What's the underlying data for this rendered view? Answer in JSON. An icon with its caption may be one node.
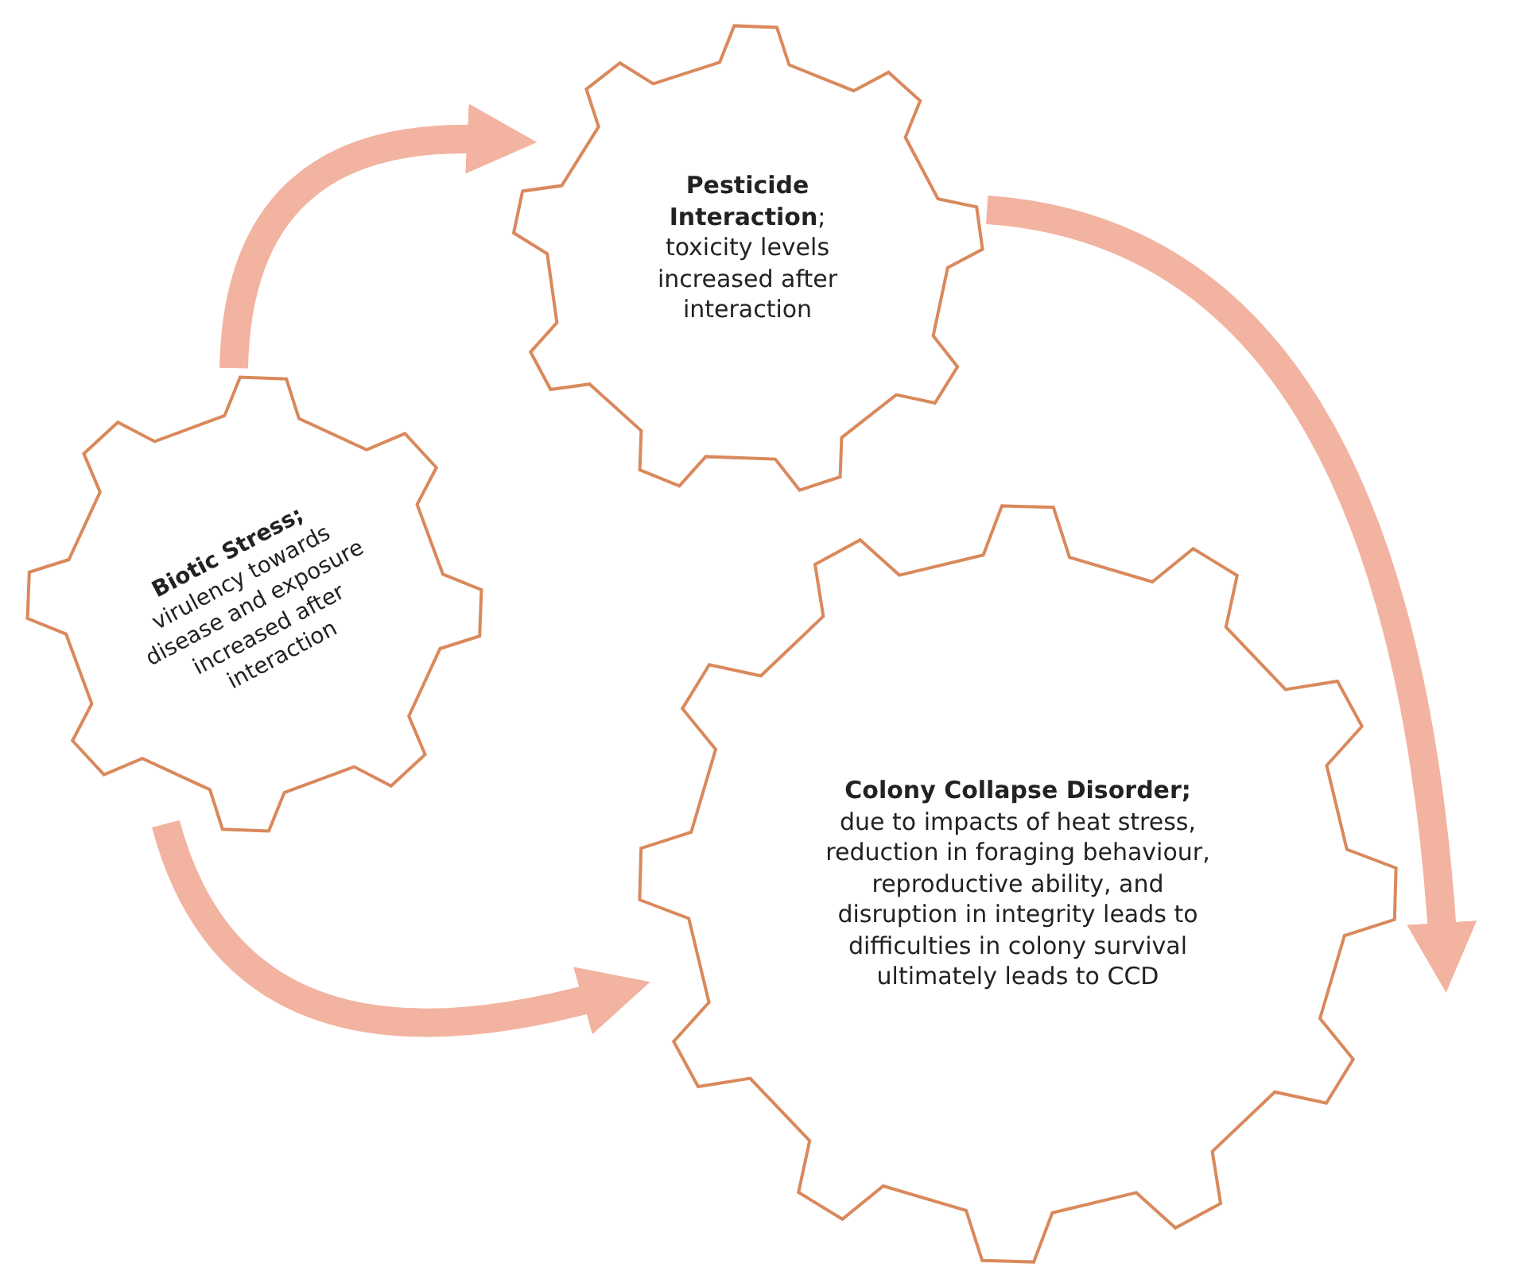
{
  "diagram": {
    "nodes": [
      {
        "text": [
          "**Pesticide Interaction**; toxicity levels increased after interaction"
        ]
      },
      {
        "text": [
          "**Biotic Stress;** virulency towards disease and exposure increased after interaction"
        ]
      },
      {
        "text": [
          "**Colony Collapse Disorder;** due to impacts of heat stress, reduction in foraging behaviour, reproductive ability, and disruption in integrity leads to difficulties in colony survival ultimately leads to CCD"
        ]
      }
    ],
    "edges": [
      {
        "from": 1,
        "to": 0,
        "arrow": "to"
      },
      {
        "from": 0,
        "to": 2,
        "arrow": "to"
      },
      {
        "from": 1,
        "to": 2,
        "arrow": "to"
      }
    ]
  }
}
